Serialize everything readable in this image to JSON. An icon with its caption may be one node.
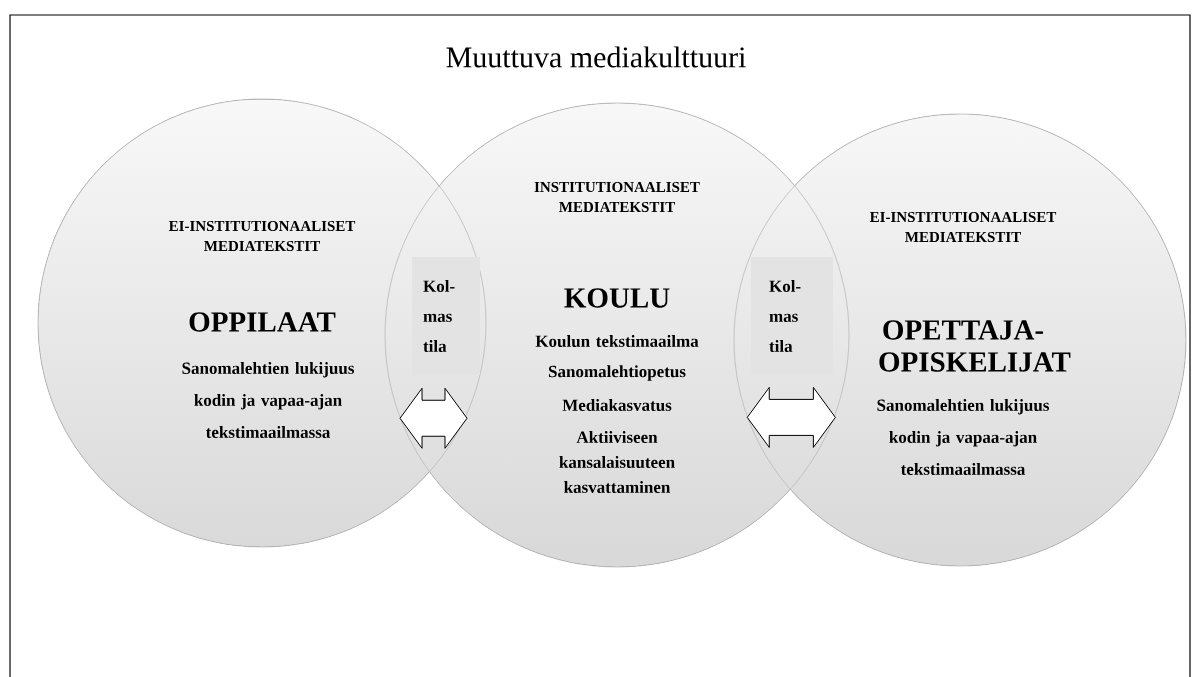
{
  "diagram": {
    "title": "Muuttuva mediakulttuuri",
    "nodes": [
      {
        "text": [
          "EI-INSTITUTIONAALISET MEDIATEKSTIT",
          "OPPILAAT",
          "Sanomalehtien lukijuus kodin ja vapaa-ajan tekstimaailmassa"
        ]
      },
      {
        "text": [
          "INSTITUTIONAALISET MEDIATEKSTIT",
          "KOULU",
          "Koulun tekstimaailma",
          "Sanomalehtiopetus",
          "Mediakasvatus",
          "Aktiiviseen kansalaisuuteen kasvattaminen"
        ]
      },
      {
        "text": [
          "EI-INSTITUTIONAALISET MEDIATEKSTIT",
          "OPETTAJA- OPISKELIJAT",
          "Sanomalehtien lukijuus kodin ja vapaa-ajan tekstimaailmassa"
        ]
      },
      {
        "text": [
          "Kol- mas tila"
        ]
      },
      {
        "text": [
          "Kol- mas tila"
        ]
      }
    ],
    "edges": [
      {
        "from": 0,
        "to": 1,
        "arrow": "both"
      },
      {
        "from": 1,
        "to": 2,
        "arrow": "both"
      }
    ]
  }
}
